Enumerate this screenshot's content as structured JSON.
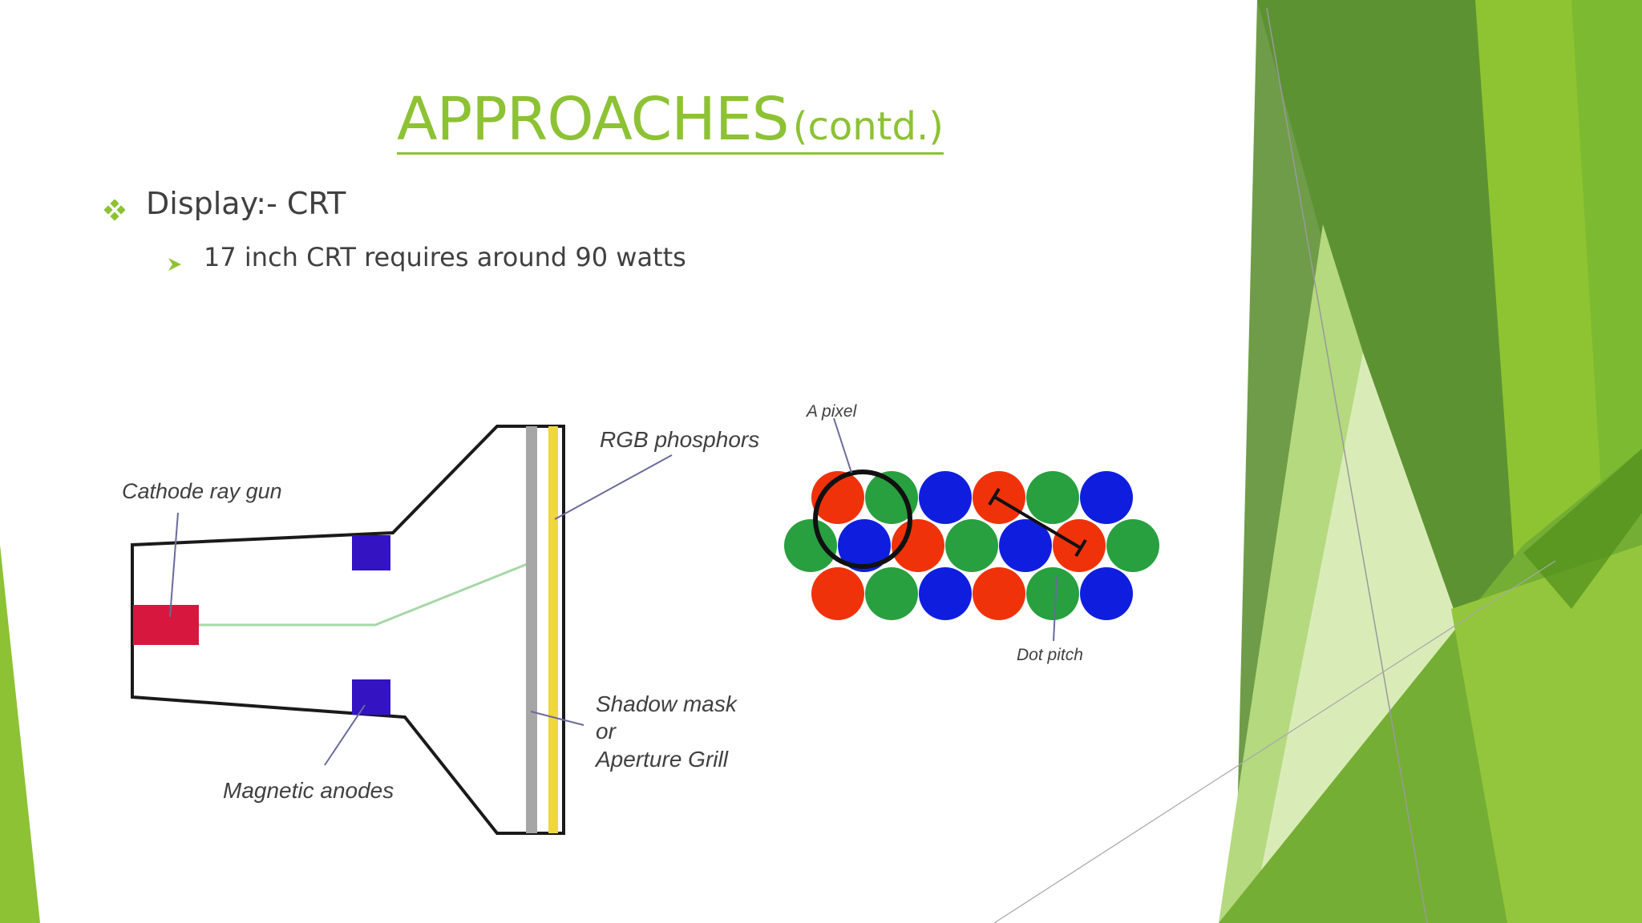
{
  "title": {
    "main": "APPROACHES",
    "sub": "(contd.)"
  },
  "bullets": {
    "level1": {
      "text": "Display:- CRT",
      "icon": "diamond-bullet-icon"
    },
    "level2": {
      "text": "17 inch CRT requires around 90 watts",
      "icon": "arrow-bullet-icon"
    }
  },
  "crt_diagram": {
    "labels": {
      "cathode": "Cathode ray gun",
      "phosphors": "RGB phosphors",
      "mask_line1": "Shadow mask",
      "mask_line2": "or",
      "mask_line3": "Aperture Grill",
      "anodes": "Magnetic anodes"
    },
    "colors": {
      "gun": "#d8173f",
      "anode": "#3313c2",
      "mask": "#a6a6a6",
      "phosphor": "#f0d73c",
      "beam": "#a5d8a6"
    }
  },
  "pixel_diagram": {
    "labels": {
      "pixel": "A pixel",
      "dot_pitch": "Dot pitch"
    },
    "rows": [
      [
        "red",
        "green",
        "blue",
        "red",
        "green",
        "blue"
      ],
      [
        "green",
        "blue",
        "red",
        "green",
        "blue",
        "red",
        "green"
      ],
      [
        "red",
        "green",
        "blue",
        "red",
        "green",
        "blue"
      ]
    ],
    "colors": {
      "red": "#f0320a",
      "green": "#28a040",
      "blue": "#0f1ede"
    }
  },
  "theme": {
    "accent": "#8dc234",
    "text": "#404040"
  }
}
